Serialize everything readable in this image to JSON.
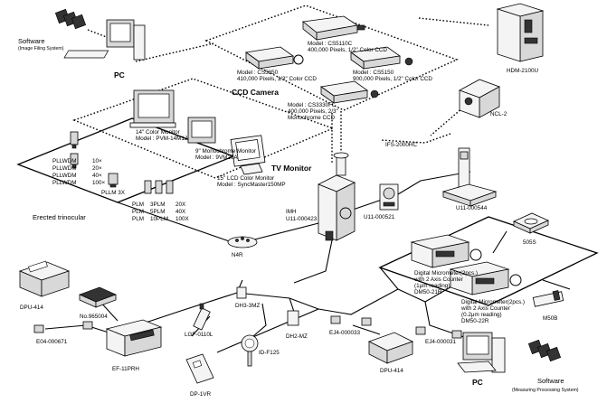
{
  "software_top": {
    "title": "Software",
    "subtitle": "(Image Filing System)"
  },
  "pc_top": "PC",
  "ccd_camera": {
    "title": "CCD Camera",
    "cameras": [
      {
        "model": "Model : CS5110C",
        "spec1": "400,000 Pixels, 1/2\" Color CCD"
      },
      {
        "model": "Model : CS5850",
        "spec1": "410,000 Pixels, 1/3\" Color CCD"
      },
      {
        "model": "Model : CS5150",
        "spec1": "900,000 Pixels, 1/2\" Color CCD"
      },
      {
        "model": "Model : CS3330FL",
        "spec1": "400,000 Pixels, 2/3\"",
        "spec2": "Monochrome CCD"
      }
    ]
  },
  "hdm": "HDM-2100U",
  "ncl": "NCL-2",
  "ifs": "IFS-2000HC",
  "tv_monitor": {
    "title": "TV Monitor",
    "monitors": [
      {
        "line1": "14\" Color Monitor",
        "line2": "Model : PVM-14M1J"
      },
      {
        "line1": "9\" Monochrome Monitor",
        "line2": "Model : 9VM20A"
      },
      {
        "line1": "15\" LCD Color  Monitor",
        "line2": "Model : SyncMaster150MP"
      }
    ]
  },
  "objectives": {
    "pllwdm": [
      {
        "name": "PLLWDM",
        "mag": "10×"
      },
      {
        "name": "PLLWDM",
        "mag": "20×"
      },
      {
        "name": "PLLWDM",
        "mag": "40×"
      },
      {
        "name": "PLLWDM",
        "mag": "100×"
      }
    ],
    "pllm": "PLLM 3X",
    "plm": [
      {
        "name": "PLM",
        "mid": "3PLM",
        "mag": "20X"
      },
      {
        "name": "PLM",
        "mid": "5PLM",
        "mag": "40X"
      },
      {
        "name": "PLM",
        "mid": "10PLM",
        "mag": "100X"
      }
    ]
  },
  "erected_trinocular": "Erected trinocular",
  "imh": {
    "line1": "IMH",
    "line2": "U11-000423"
  },
  "u11_521": "U11-000521",
  "u11_544": "U11-000544",
  "n4r": "N4R",
  "s505": "505S",
  "micrometer1": {
    "line1": "Digital Micrometer(2pcs.)",
    "line2": "with 2 Axis Counter",
    "line3": "(1μm reading)",
    "line4": "DM50-21R"
  },
  "micrometer2": {
    "line1": "Digital Micrometer(2pcs.)",
    "line2": "with 2 Axis Counter",
    "line3": "(0.2μm reading)",
    "line4": "DM50-22R"
  },
  "m50b": "M50B",
  "dpu414_left": "DPU-414",
  "no965004": "No.965004",
  "e04": "E04-000671",
  "ef11": "EF-11PRH",
  "lgf": "LGF-0110L",
  "dh3mz": "DH3-3MZ",
  "dh2mz": "DH2-MZ",
  "idf": "ID-F125",
  "dp1vr": "DP-1VR",
  "ej4_033": "EJ4-000033",
  "ej4_031": "EJ4-000031",
  "dpu414_mid": "DPU-414",
  "pc_bottom": "PC",
  "software_bottom": {
    "title": "Software",
    "subtitle": "(Measuring Processing System)"
  }
}
